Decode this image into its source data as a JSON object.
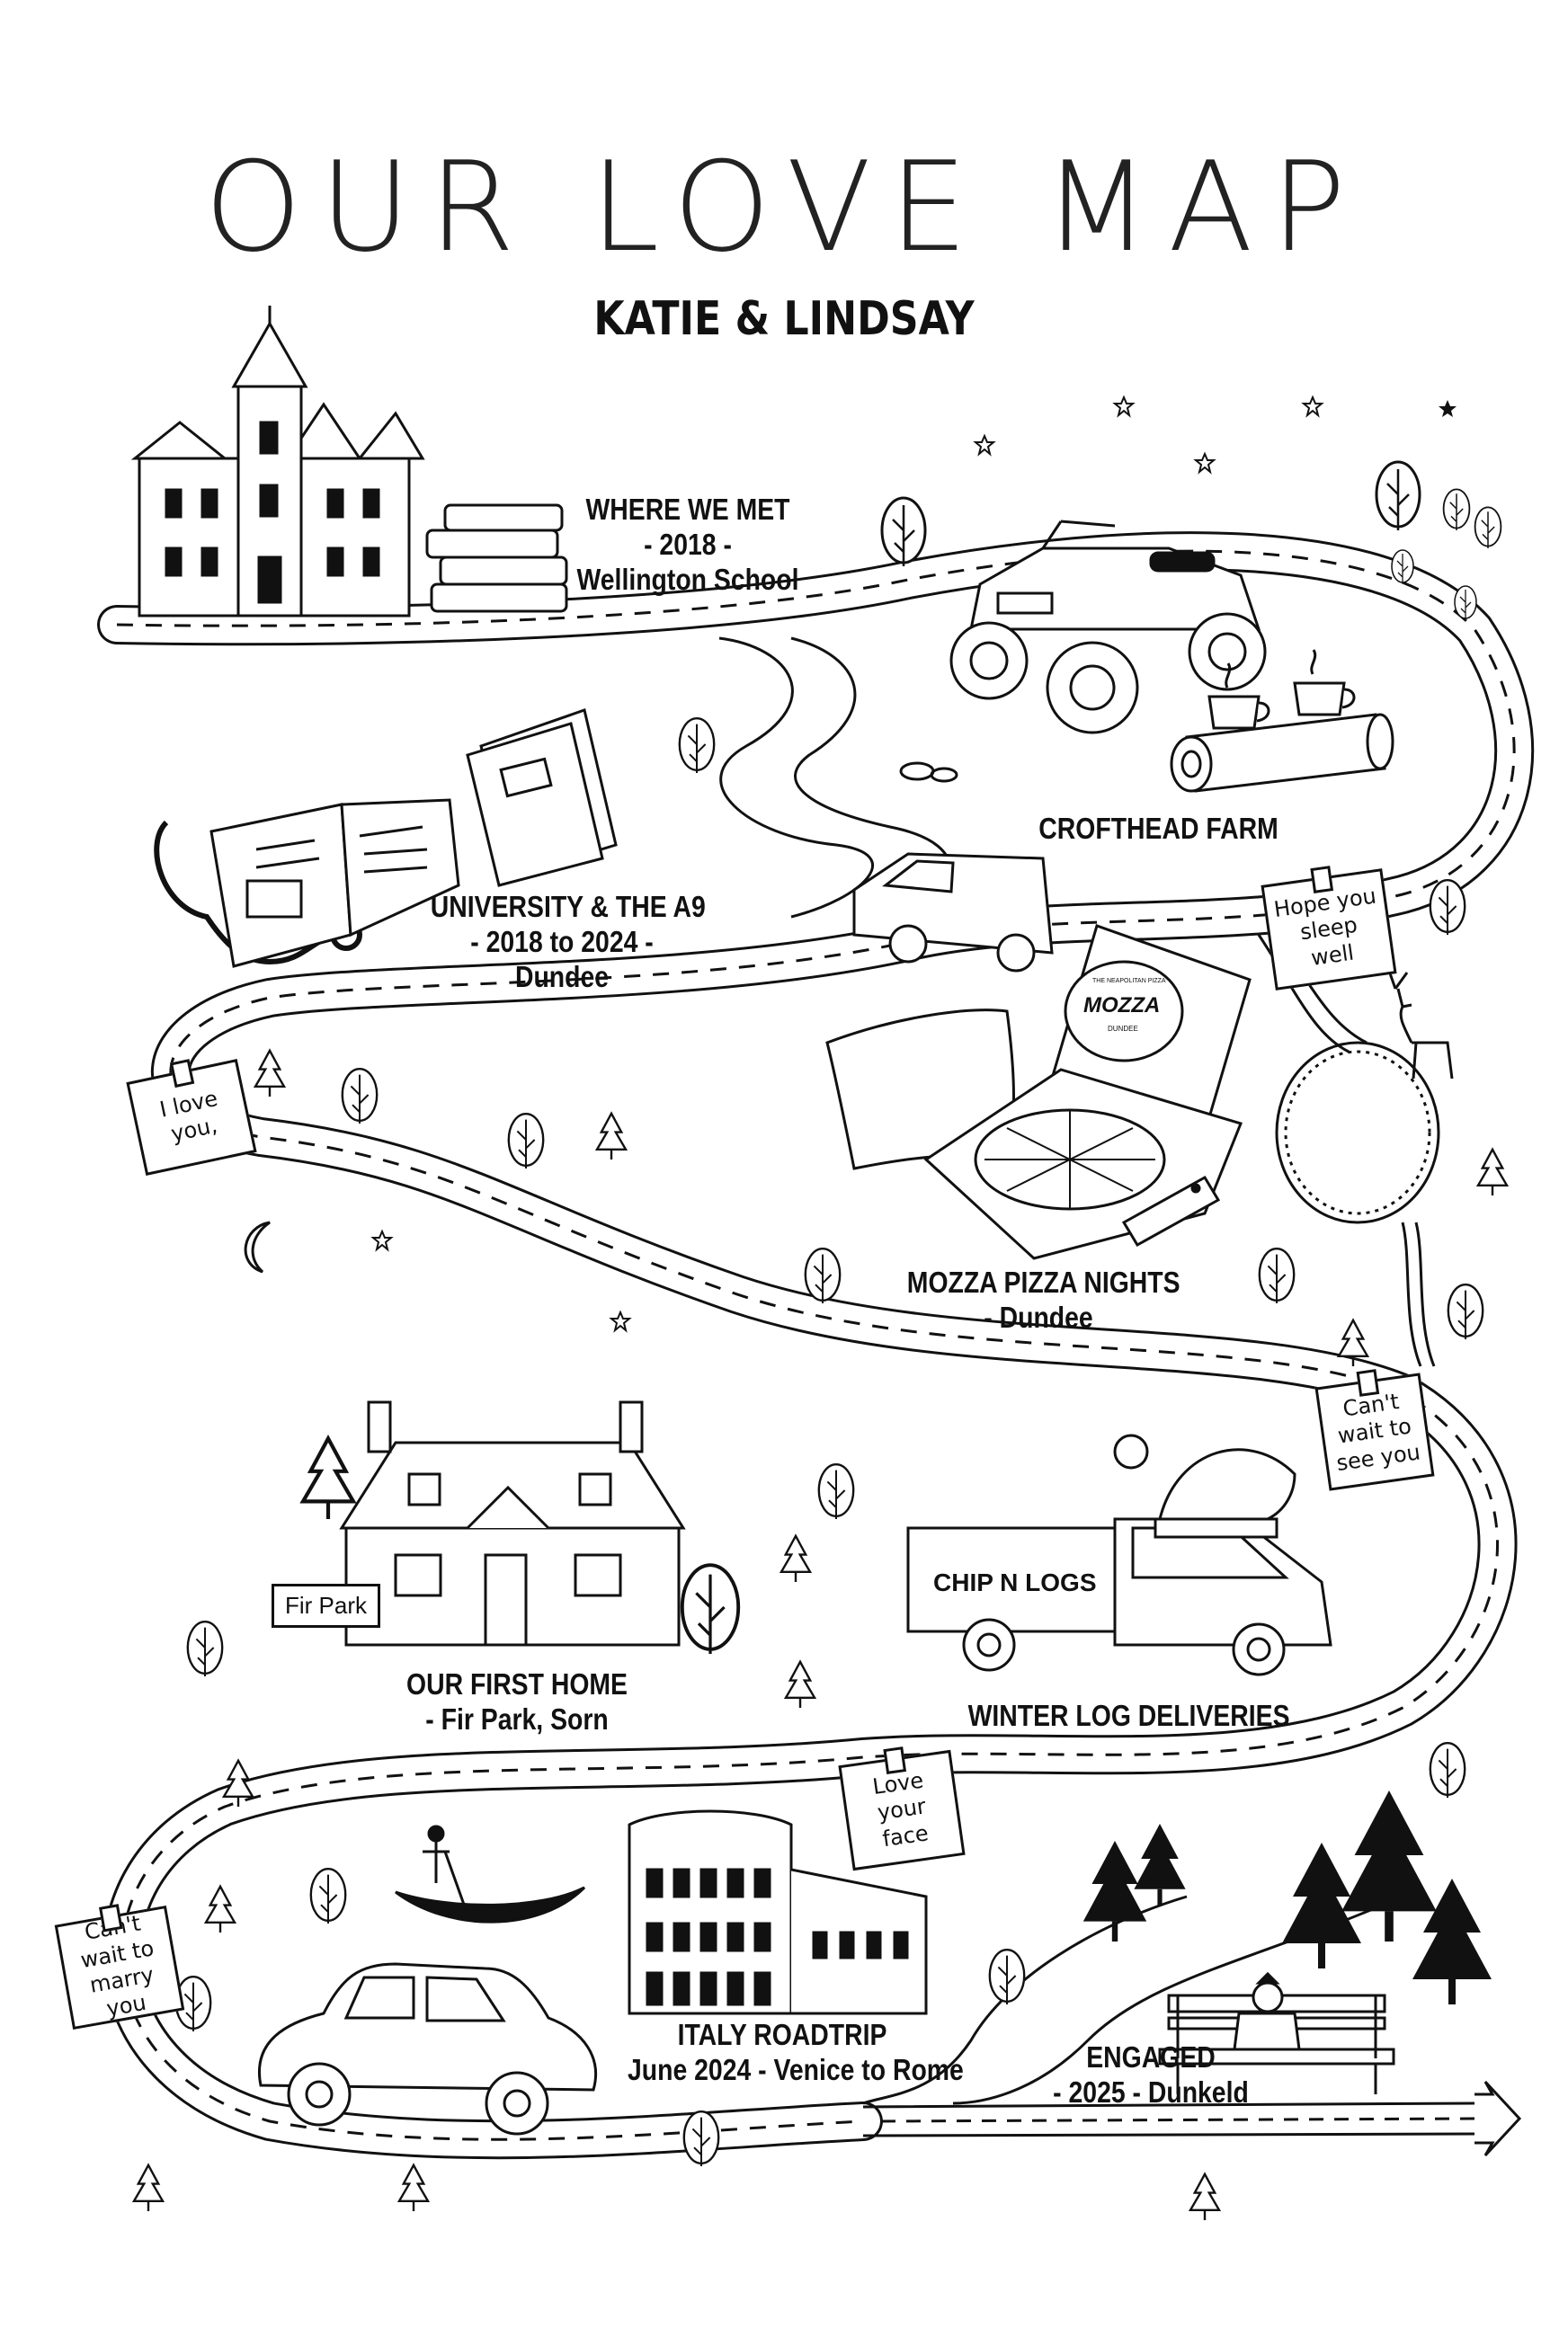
{
  "title": "OUR LOVE MAP",
  "subtitle": "KATIE & LINDSAY",
  "milestones": [
    {
      "name": "where-we-met",
      "lines": [
        "WHERE WE MET",
        "- 2018 -",
        "Wellington School"
      ]
    },
    {
      "name": "crofthead-farm",
      "lines": [
        "CROFTHEAD FARM"
      ]
    },
    {
      "name": "university",
      "lines": [
        "UNIVERSITY & THE A9",
        "- 2018 to 2024 -",
        "Dundee"
      ]
    },
    {
      "name": "mozza-pizza",
      "lines": [
        "MOZZA PIZZA NIGHTS",
        "- Dundee"
      ]
    },
    {
      "name": "first-home",
      "lines": [
        "OUR FIRST HOME",
        "- Fir Park, Sorn"
      ]
    },
    {
      "name": "winter-logs",
      "lines": [
        "WINTER LOG DELIVERIES"
      ]
    },
    {
      "name": "italy-roadtrip",
      "lines": [
        "ITALY ROADTRIP",
        "June 2024 - Venice to Rome"
      ]
    },
    {
      "name": "engaged",
      "lines": [
        "ENGAGED",
        "- 2025 - Dunkeld"
      ]
    }
  ],
  "notes": [
    {
      "name": "hope-you-sleep-well",
      "lines": [
        "Hope you",
        "sleep",
        "well"
      ]
    },
    {
      "name": "i-love-you",
      "lines": [
        "I love",
        "you,"
      ]
    },
    {
      "name": "cant-wait-to-see-you",
      "lines": [
        "Can't",
        "wait to",
        "see you"
      ]
    },
    {
      "name": "love-your-face",
      "lines": [
        "Love",
        "your",
        "face"
      ]
    },
    {
      "name": "cant-wait-to-marry-you",
      "lines": [
        "Can't",
        "wait to",
        "marry you"
      ]
    }
  ],
  "sign": {
    "fir_park": "Fir Park"
  },
  "truck": {
    "banner": "CHIP N LOGS"
  },
  "pizza_box": {
    "logo": "MOZZA",
    "small_top": "THE NEAPOLITAN PIZZA",
    "small_bottom": "DUNDEE"
  },
  "icons": [
    "castle-icon",
    "books-icon",
    "quad-bike-icon",
    "coffee-cups-icon",
    "log-icon",
    "open-book-icon",
    "stethoscope-icon",
    "notebook-icon",
    "van-icon",
    "pizza-box-icon",
    "pillow-icon",
    "remote-icon",
    "deer-icon",
    "pond-icon",
    "cottage-icon",
    "truck-icon",
    "santa-hat-icon",
    "gondola-icon",
    "colosseum-icon",
    "fiat-car-icon",
    "bench-icon",
    "ring-box-icon",
    "pine-tree-icon",
    "tree-icon",
    "star-icon",
    "moon-icon",
    "arrow-icon"
  ],
  "colors": {
    "ink": "#111111",
    "paper": "#ffffff"
  }
}
